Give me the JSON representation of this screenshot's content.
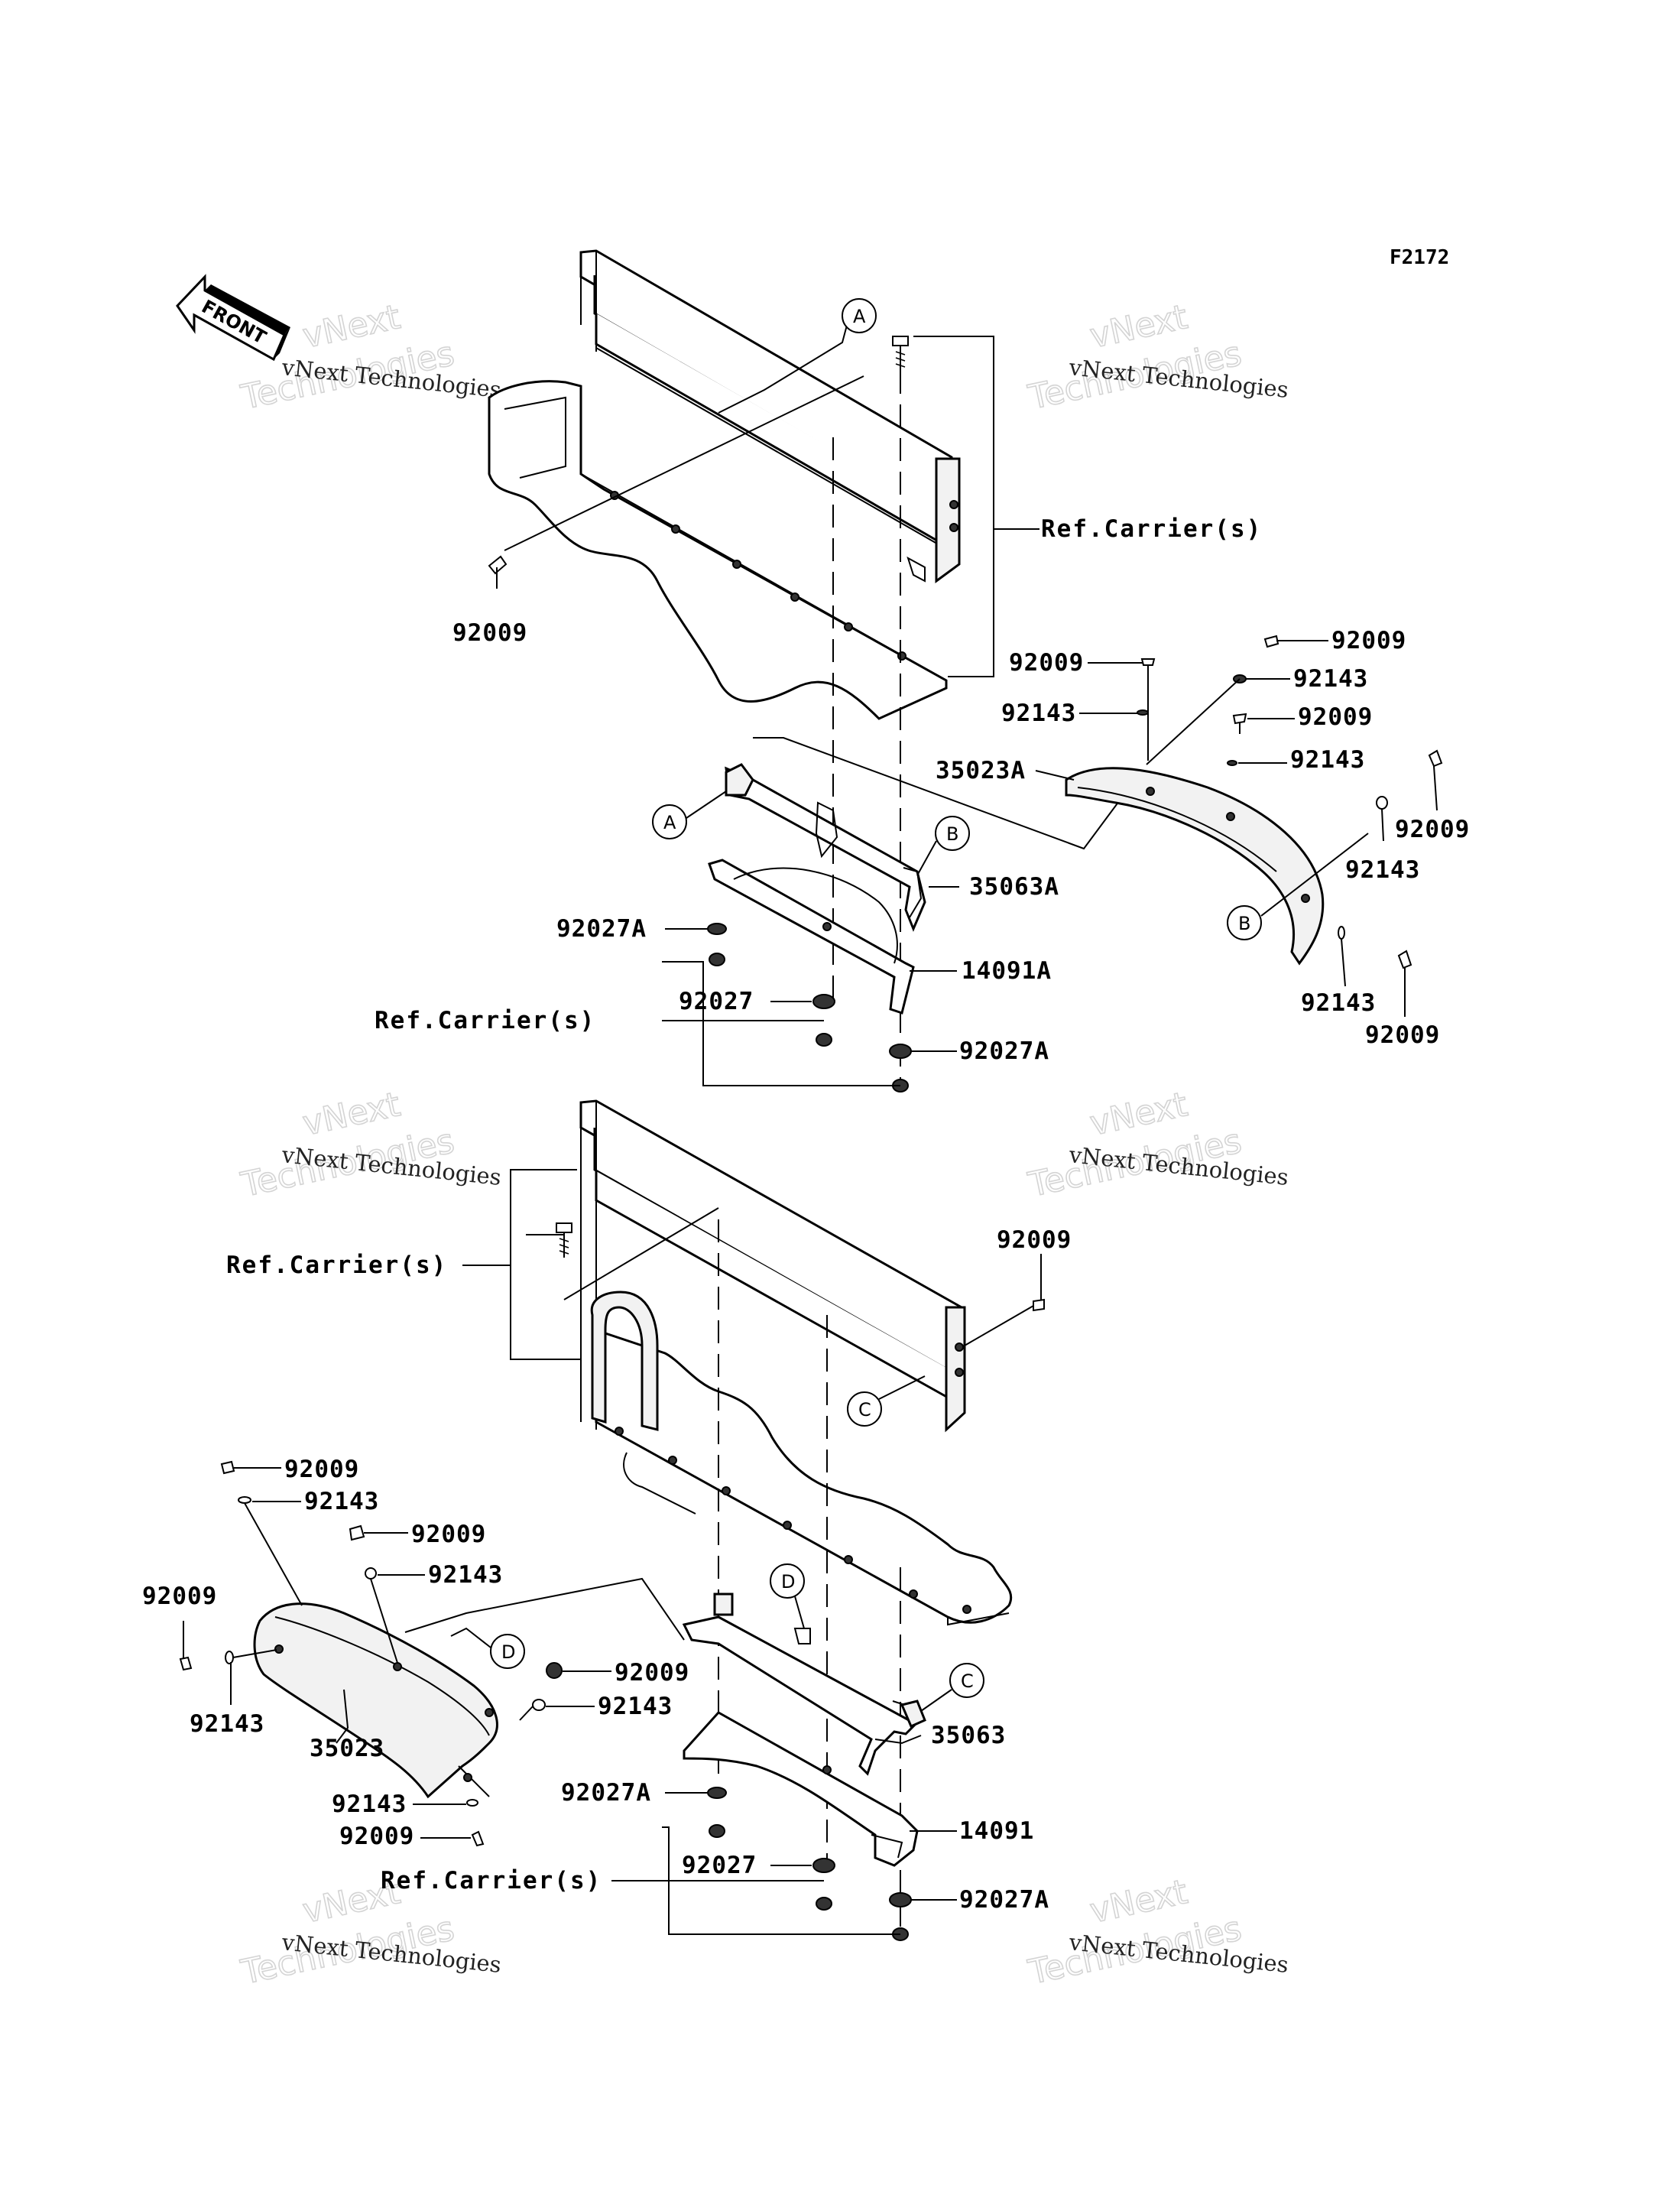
{
  "diagram_code": "F2172",
  "front_arrow": {
    "label": "FRONT"
  },
  "watermark": {
    "line1": "vNext",
    "line2": "Technologies",
    "small": "vNext Technologies"
  },
  "ref_label": "Ref.Carrier(s)",
  "callouts": {
    "a": "A",
    "b": "B",
    "c": "C",
    "d": "D"
  },
  "parts": {
    "p92009": "92009",
    "p92143": "92143",
    "p35023A": "35023A",
    "p35063A": "35063A",
    "p14091A": "14091A",
    "p92027A": "92027A",
    "p92027": "92027",
    "p35023": "35023",
    "p35063": "35063",
    "p14091": "14091"
  }
}
